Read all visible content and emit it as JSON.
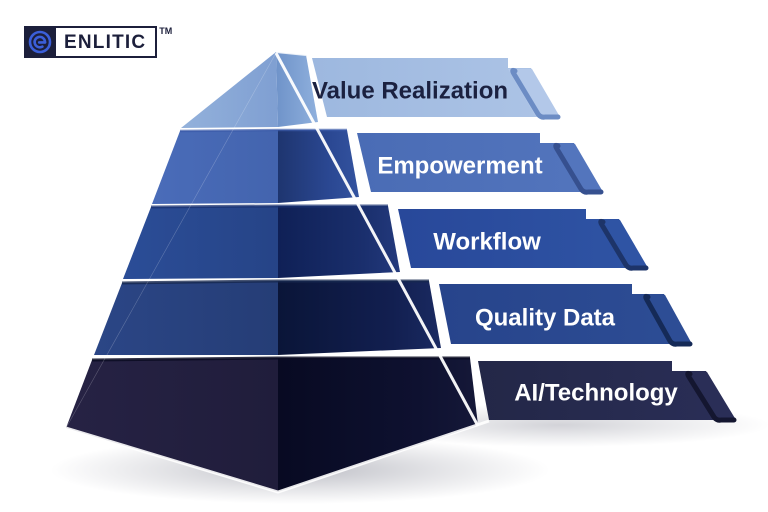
{
  "brand": {
    "name": "ENLITIC",
    "trademark": "TM",
    "mark_icon": "enlitic-e-logo-icon",
    "mark_bg": "#1c1f3b",
    "mark_glyph_color": "#3b5fd9"
  },
  "diagram": {
    "type": "pyramid",
    "title": "",
    "tier_count": 5,
    "background": "#ffffff",
    "tiers": [
      {
        "index": 1,
        "label": "Value Realization",
        "position": "top",
        "band_color": "#a9c1e3",
        "band_shadow_color": "#89a6d2",
        "tab_stroke_color": "#6c8cc4",
        "text_color": "#1b2140",
        "left_face_color": "#8fadd9",
        "right_face_color": "#7d9fd0"
      },
      {
        "index": 2,
        "label": "Empowerment",
        "position": "second",
        "band_color": "#4f70b8",
        "band_shadow_color": "#3d5ba0",
        "tab_stroke_color": "#36508f",
        "text_color": "#ffffff",
        "left_face_color": "#4c6dbb",
        "right_face_color": "#2a438e"
      },
      {
        "index": 3,
        "label": "Workflow",
        "position": "middle",
        "band_color": "#2c4f9e",
        "band_shadow_color": "#223d7d",
        "tab_stroke_color": "#1d3469",
        "left_face_color": "#2a4a93",
        "right_face_color": "#16295f",
        "text_color": "#ffffff"
      },
      {
        "index": 4,
        "label": "Quality Data",
        "position": "fourth",
        "band_color": "#2a4a90",
        "band_shadow_color": "#1f3870",
        "tab_stroke_color": "#152a57",
        "left_face_color": "#2a4687",
        "right_face_color": "#101e46",
        "text_color": "#ffffff"
      },
      {
        "index": 5,
        "label": "AI/Technology",
        "position": "base",
        "band_color": "#262a50",
        "band_shadow_color": "#1b1e3c",
        "tab_stroke_color": "#141630",
        "left_face_color": "#231f42",
        "right_face_color": "#10102a",
        "text_color": "#ffffff"
      }
    ]
  }
}
